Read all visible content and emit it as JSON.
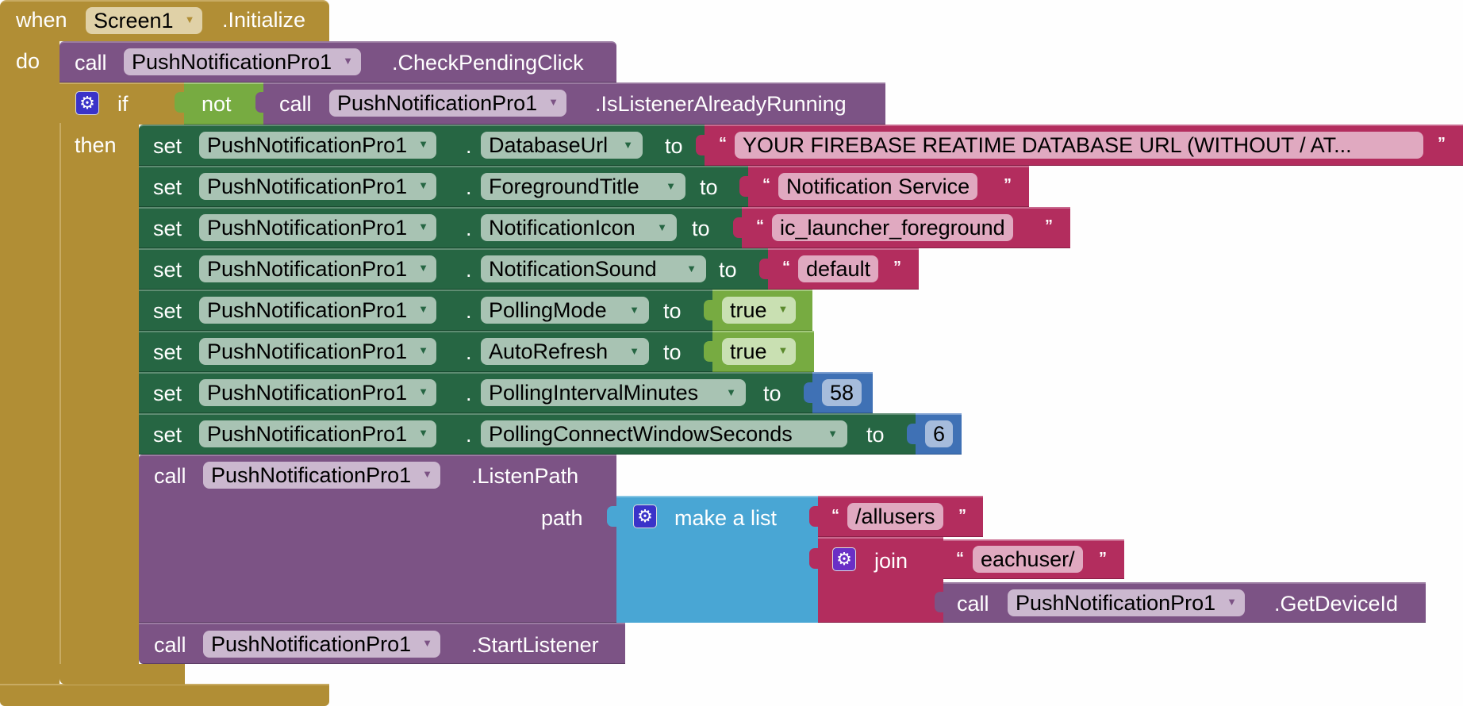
{
  "event": {
    "when_label": "when",
    "component": "Screen1",
    "event_name": ".Initialize",
    "do_label": "do"
  },
  "check_pending": {
    "call_label": "call",
    "component": "PushNotificationPro1",
    "method": ".CheckPendingClick"
  },
  "if_block": {
    "if_label": "if",
    "then_label": "then",
    "not_label": "not",
    "condition": {
      "call_label": "call",
      "component": "PushNotificationPro1",
      "method": ".IsListenerAlreadyRunning"
    }
  },
  "setters": [
    {
      "set_label": "set",
      "component": "PushNotificationPro1",
      "dot": ".",
      "property": "DatabaseUrl",
      "to_label": "to",
      "value_type": "text",
      "value": "YOUR FIREBASE REATIME DATABASE URL (WITHOUT / AT..."
    },
    {
      "set_label": "set",
      "component": "PushNotificationPro1",
      "dot": ".",
      "property": "ForegroundTitle",
      "to_label": "to",
      "value_type": "text",
      "value": "Notification Service"
    },
    {
      "set_label": "set",
      "component": "PushNotificationPro1",
      "dot": ".",
      "property": "NotificationIcon",
      "to_label": "to",
      "value_type": "text",
      "value": "ic_launcher_foreground"
    },
    {
      "set_label": "set",
      "component": "PushNotificationPro1",
      "dot": ".",
      "property": "NotificationSound",
      "to_label": "to",
      "value_type": "text",
      "value": "default"
    },
    {
      "set_label": "set",
      "component": "PushNotificationPro1",
      "dot": ".",
      "property": "PollingMode",
      "to_label": "to",
      "value_type": "boolean",
      "value": "true"
    },
    {
      "set_label": "set",
      "component": "PushNotificationPro1",
      "dot": ".",
      "property": "AutoRefresh",
      "to_label": "to",
      "value_type": "boolean",
      "value": "true"
    },
    {
      "set_label": "set",
      "component": "PushNotificationPro1",
      "dot": ".",
      "property": "PollingIntervalMinutes",
      "to_label": "to",
      "value_type": "number",
      "value": "58"
    },
    {
      "set_label": "set",
      "component": "PushNotificationPro1",
      "dot": ".",
      "property": "PollingConnectWindowSeconds",
      "to_label": "to",
      "value_type": "number",
      "value": "6"
    }
  ],
  "listen_path": {
    "call_label": "call",
    "component": "PushNotificationPro1",
    "method": ".ListenPath",
    "path_label": "path",
    "make_list_label": "make a list",
    "item1": "/allusers",
    "join_label": "join",
    "join_text": "eachuser/",
    "device_id": {
      "call_label": "call",
      "component": "PushNotificationPro1",
      "method": ".GetDeviceId"
    }
  },
  "start_listener": {
    "call_label": "call",
    "component": "PushNotificationPro1",
    "method": ".StartListener"
  },
  "quotes": {
    "open": "“",
    "close": "”"
  },
  "icons": {
    "dropdown": "▼",
    "gear": "⚙"
  },
  "colors": {
    "event": "#b18e35",
    "procedure": "#7c5385",
    "setter": "#266643",
    "text": "#b32d5e",
    "logic": "#77ab41",
    "math": "#3f71b5",
    "list": "#49a6d4"
  }
}
